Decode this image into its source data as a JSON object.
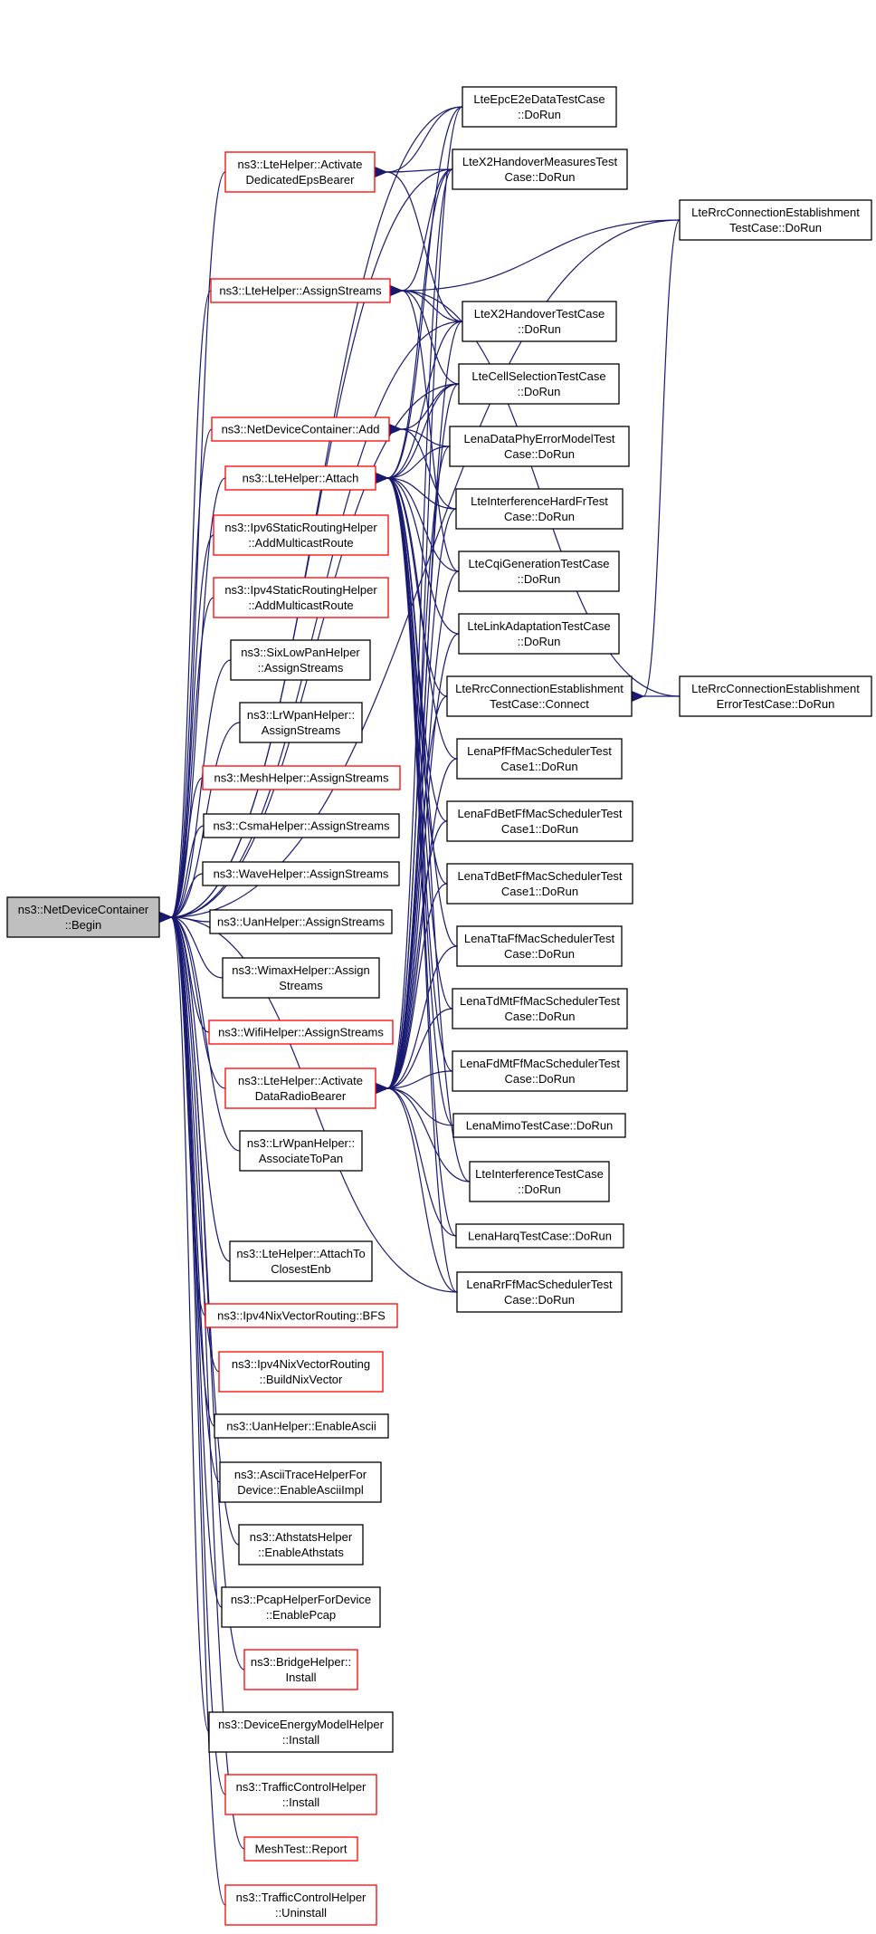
{
  "graph": {
    "root": "n0",
    "nodes": [
      {
        "id": "n0",
        "lines": [
          "ns3::NetDeviceContainer",
          "::Begin"
        ],
        "kind": "root"
      },
      {
        "id": "n1",
        "lines": [
          "ns3::LteHelper::Activate",
          "DedicatedEpsBearer"
        ],
        "kind": "red"
      },
      {
        "id": "n2",
        "lines": [
          "ns3::LteHelper::AssignStreams"
        ],
        "kind": "red"
      },
      {
        "id": "n3",
        "lines": [
          "ns3::NetDeviceContainer::Add"
        ],
        "kind": "red"
      },
      {
        "id": "n4",
        "lines": [
          "ns3::LteHelper::Attach"
        ],
        "kind": "red"
      },
      {
        "id": "n5",
        "lines": [
          "ns3::Ipv6StaticRoutingHelper",
          "::AddMulticastRoute"
        ],
        "kind": "red"
      },
      {
        "id": "n6",
        "lines": [
          "ns3::Ipv4StaticRoutingHelper",
          "::AddMulticastRoute"
        ],
        "kind": "red"
      },
      {
        "id": "n7",
        "lines": [
          "ns3::SixLowPanHelper",
          "::AssignStreams"
        ],
        "kind": "black"
      },
      {
        "id": "n8",
        "lines": [
          "ns3::LrWpanHelper::",
          "AssignStreams"
        ],
        "kind": "black"
      },
      {
        "id": "n9",
        "lines": [
          "ns3::MeshHelper::AssignStreams"
        ],
        "kind": "red"
      },
      {
        "id": "n10",
        "lines": [
          "ns3::CsmaHelper::AssignStreams"
        ],
        "kind": "black"
      },
      {
        "id": "n11",
        "lines": [
          "ns3::WaveHelper::AssignStreams"
        ],
        "kind": "black"
      },
      {
        "id": "n12",
        "lines": [
          "ns3::UanHelper::AssignStreams"
        ],
        "kind": "black"
      },
      {
        "id": "n13",
        "lines": [
          "ns3::WimaxHelper::Assign",
          "Streams"
        ],
        "kind": "black"
      },
      {
        "id": "n14",
        "lines": [
          "ns3::WifiHelper::AssignStreams"
        ],
        "kind": "red"
      },
      {
        "id": "n15",
        "lines": [
          "ns3::LteHelper::Activate",
          "DataRadioBearer"
        ],
        "kind": "red"
      },
      {
        "id": "n16",
        "lines": [
          "ns3::LrWpanHelper::",
          "AssociateToPan"
        ],
        "kind": "black"
      },
      {
        "id": "n17",
        "lines": [
          "ns3::LteHelper::AttachTo",
          "ClosestEnb"
        ],
        "kind": "black"
      },
      {
        "id": "n18",
        "lines": [
          "ns3::Ipv4NixVectorRouting::BFS"
        ],
        "kind": "red"
      },
      {
        "id": "n19",
        "lines": [
          "ns3::Ipv4NixVectorRouting",
          "::BuildNixVector"
        ],
        "kind": "red"
      },
      {
        "id": "n20",
        "lines": [
          "ns3::UanHelper::EnableAscii"
        ],
        "kind": "black"
      },
      {
        "id": "n21",
        "lines": [
          "ns3::AsciiTraceHelperFor",
          "Device::EnableAsciiImpl"
        ],
        "kind": "black"
      },
      {
        "id": "n22",
        "lines": [
          "ns3::AthstatsHelper",
          "::EnableAthstats"
        ],
        "kind": "black"
      },
      {
        "id": "n23",
        "lines": [
          "ns3::PcapHelperForDevice",
          "::EnablePcap"
        ],
        "kind": "black"
      },
      {
        "id": "n24",
        "lines": [
          "ns3::BridgeHelper::",
          "Install"
        ],
        "kind": "red"
      },
      {
        "id": "n25",
        "lines": [
          "ns3::DeviceEnergyModelHelper",
          "::Install"
        ],
        "kind": "black"
      },
      {
        "id": "n26",
        "lines": [
          "ns3::TrafficControlHelper",
          "::Install"
        ],
        "kind": "red"
      },
      {
        "id": "n27",
        "lines": [
          "MeshTest::Report"
        ],
        "kind": "red"
      },
      {
        "id": "n28",
        "lines": [
          "ns3::TrafficControlHelper",
          "::Uninstall"
        ],
        "kind": "red"
      },
      {
        "id": "c1",
        "lines": [
          "LteEpcE2eDataTestCase",
          "::DoRun"
        ],
        "kind": "black"
      },
      {
        "id": "c2",
        "lines": [
          "LteX2HandoverMeasuresTest",
          "Case::DoRun"
        ],
        "kind": "black"
      },
      {
        "id": "c3",
        "lines": [
          "LteX2HandoverTestCase",
          "::DoRun"
        ],
        "kind": "black"
      },
      {
        "id": "c4",
        "lines": [
          "LteCellSelectionTestCase",
          "::DoRun"
        ],
        "kind": "black"
      },
      {
        "id": "c5",
        "lines": [
          "LenaDataPhyErrorModelTest",
          "Case::DoRun"
        ],
        "kind": "black"
      },
      {
        "id": "c6",
        "lines": [
          "LteInterferenceHardFrTest",
          "Case::DoRun"
        ],
        "kind": "black"
      },
      {
        "id": "c7",
        "lines": [
          "LteCqiGenerationTestCase",
          "::DoRun"
        ],
        "kind": "black"
      },
      {
        "id": "c8",
        "lines": [
          "LteLinkAdaptationTestCase",
          "::DoRun"
        ],
        "kind": "black"
      },
      {
        "id": "c9",
        "lines": [
          "LteRrcConnectionEstablishment",
          "TestCase::Connect"
        ],
        "kind": "black"
      },
      {
        "id": "c10",
        "lines": [
          "LenaPfFfMacSchedulerTest",
          "Case1::DoRun"
        ],
        "kind": "black"
      },
      {
        "id": "c11",
        "lines": [
          "LenaFdBetFfMacSchedulerTest",
          "Case1::DoRun"
        ],
        "kind": "black"
      },
      {
        "id": "c12",
        "lines": [
          "LenaTdBetFfMacSchedulerTest",
          "Case1::DoRun"
        ],
        "kind": "black"
      },
      {
        "id": "c13",
        "lines": [
          "LenaTtaFfMacSchedulerTest",
          "Case::DoRun"
        ],
        "kind": "black"
      },
      {
        "id": "c14",
        "lines": [
          "LenaTdMtFfMacSchedulerTest",
          "Case::DoRun"
        ],
        "kind": "black"
      },
      {
        "id": "c15",
        "lines": [
          "LenaFdMtFfMacSchedulerTest",
          "Case::DoRun"
        ],
        "kind": "black"
      },
      {
        "id": "c16",
        "lines": [
          "LenaMimoTestCase::DoRun"
        ],
        "kind": "black"
      },
      {
        "id": "c17",
        "lines": [
          "LteInterferenceTestCase",
          "::DoRun"
        ],
        "kind": "black"
      },
      {
        "id": "c18",
        "lines": [
          "LenaHarqTestCase::DoRun"
        ],
        "kind": "black"
      },
      {
        "id": "c19",
        "lines": [
          "LenaRrFfMacSchedulerTest",
          "Case::DoRun"
        ],
        "kind": "black"
      },
      {
        "id": "d1",
        "lines": [
          "LteRrcConnectionEstablishment",
          "TestCase::DoRun"
        ],
        "kind": "black"
      },
      {
        "id": "d2",
        "lines": [
          "LteRrcConnectionEstablishment",
          "ErrorTestCase::DoRun"
        ],
        "kind": "black"
      }
    ],
    "edges": [
      [
        "n1",
        "n0"
      ],
      [
        "n2",
        "n0"
      ],
      [
        "n3",
        "n0"
      ],
      [
        "n4",
        "n0"
      ],
      [
        "n5",
        "n0"
      ],
      [
        "n6",
        "n0"
      ],
      [
        "n7",
        "n0"
      ],
      [
        "n8",
        "n0"
      ],
      [
        "n9",
        "n0"
      ],
      [
        "n10",
        "n0"
      ],
      [
        "n11",
        "n0"
      ],
      [
        "n12",
        "n0"
      ],
      [
        "n13",
        "n0"
      ],
      [
        "n14",
        "n0"
      ],
      [
        "n15",
        "n0"
      ],
      [
        "n16",
        "n0"
      ],
      [
        "n17",
        "n0"
      ],
      [
        "n18",
        "n0"
      ],
      [
        "n19",
        "n0"
      ],
      [
        "n20",
        "n0"
      ],
      [
        "n21",
        "n0"
      ],
      [
        "n22",
        "n0"
      ],
      [
        "n23",
        "n0"
      ],
      [
        "n24",
        "n0"
      ],
      [
        "n25",
        "n0"
      ],
      [
        "n26",
        "n0"
      ],
      [
        "n27",
        "n0"
      ],
      [
        "n28",
        "n0"
      ],
      [
        "c1",
        "n0"
      ],
      [
        "c2",
        "n0"
      ],
      [
        "c3",
        "n0"
      ],
      [
        "c4",
        "n0"
      ],
      [
        "c19",
        "n0"
      ],
      [
        "d1",
        "n0"
      ],
      [
        "c1",
        "n1"
      ],
      [
        "c2",
        "n1"
      ],
      [
        "c3",
        "n1"
      ],
      [
        "c2",
        "n2"
      ],
      [
        "c3",
        "n2"
      ],
      [
        "c4",
        "n2"
      ],
      [
        "c7",
        "n2"
      ],
      [
        "d1",
        "n2"
      ],
      [
        "d2",
        "n2"
      ],
      [
        "c4",
        "n3"
      ],
      [
        "c5",
        "n3"
      ],
      [
        "c6",
        "n3"
      ],
      [
        "c1",
        "n4"
      ],
      [
        "c2",
        "n4"
      ],
      [
        "c3",
        "n4"
      ],
      [
        "c4",
        "n4"
      ],
      [
        "c5",
        "n4"
      ],
      [
        "c6",
        "n4"
      ],
      [
        "c7",
        "n4"
      ],
      [
        "c8",
        "n4"
      ],
      [
        "c9",
        "n4"
      ],
      [
        "c10",
        "n4"
      ],
      [
        "c11",
        "n4"
      ],
      [
        "c12",
        "n4"
      ],
      [
        "c13",
        "n4"
      ],
      [
        "c14",
        "n4"
      ],
      [
        "c15",
        "n4"
      ],
      [
        "c16",
        "n4"
      ],
      [
        "c17",
        "n4"
      ],
      [
        "c18",
        "n4"
      ],
      [
        "c19",
        "n4"
      ],
      [
        "c1",
        "n15"
      ],
      [
        "c2",
        "n15"
      ],
      [
        "c3",
        "n15"
      ],
      [
        "c4",
        "n15"
      ],
      [
        "c5",
        "n15"
      ],
      [
        "c6",
        "n15"
      ],
      [
        "c7",
        "n15"
      ],
      [
        "c8",
        "n15"
      ],
      [
        "c9",
        "n15"
      ],
      [
        "c10",
        "n15"
      ],
      [
        "c11",
        "n15"
      ],
      [
        "c12",
        "n15"
      ],
      [
        "c13",
        "n15"
      ],
      [
        "c14",
        "n15"
      ],
      [
        "c15",
        "n15"
      ],
      [
        "c16",
        "n15"
      ],
      [
        "c17",
        "n15"
      ],
      [
        "c18",
        "n15"
      ],
      [
        "c19",
        "n15"
      ],
      [
        "d1",
        "c9"
      ],
      [
        "d2",
        "c9"
      ]
    ]
  }
}
